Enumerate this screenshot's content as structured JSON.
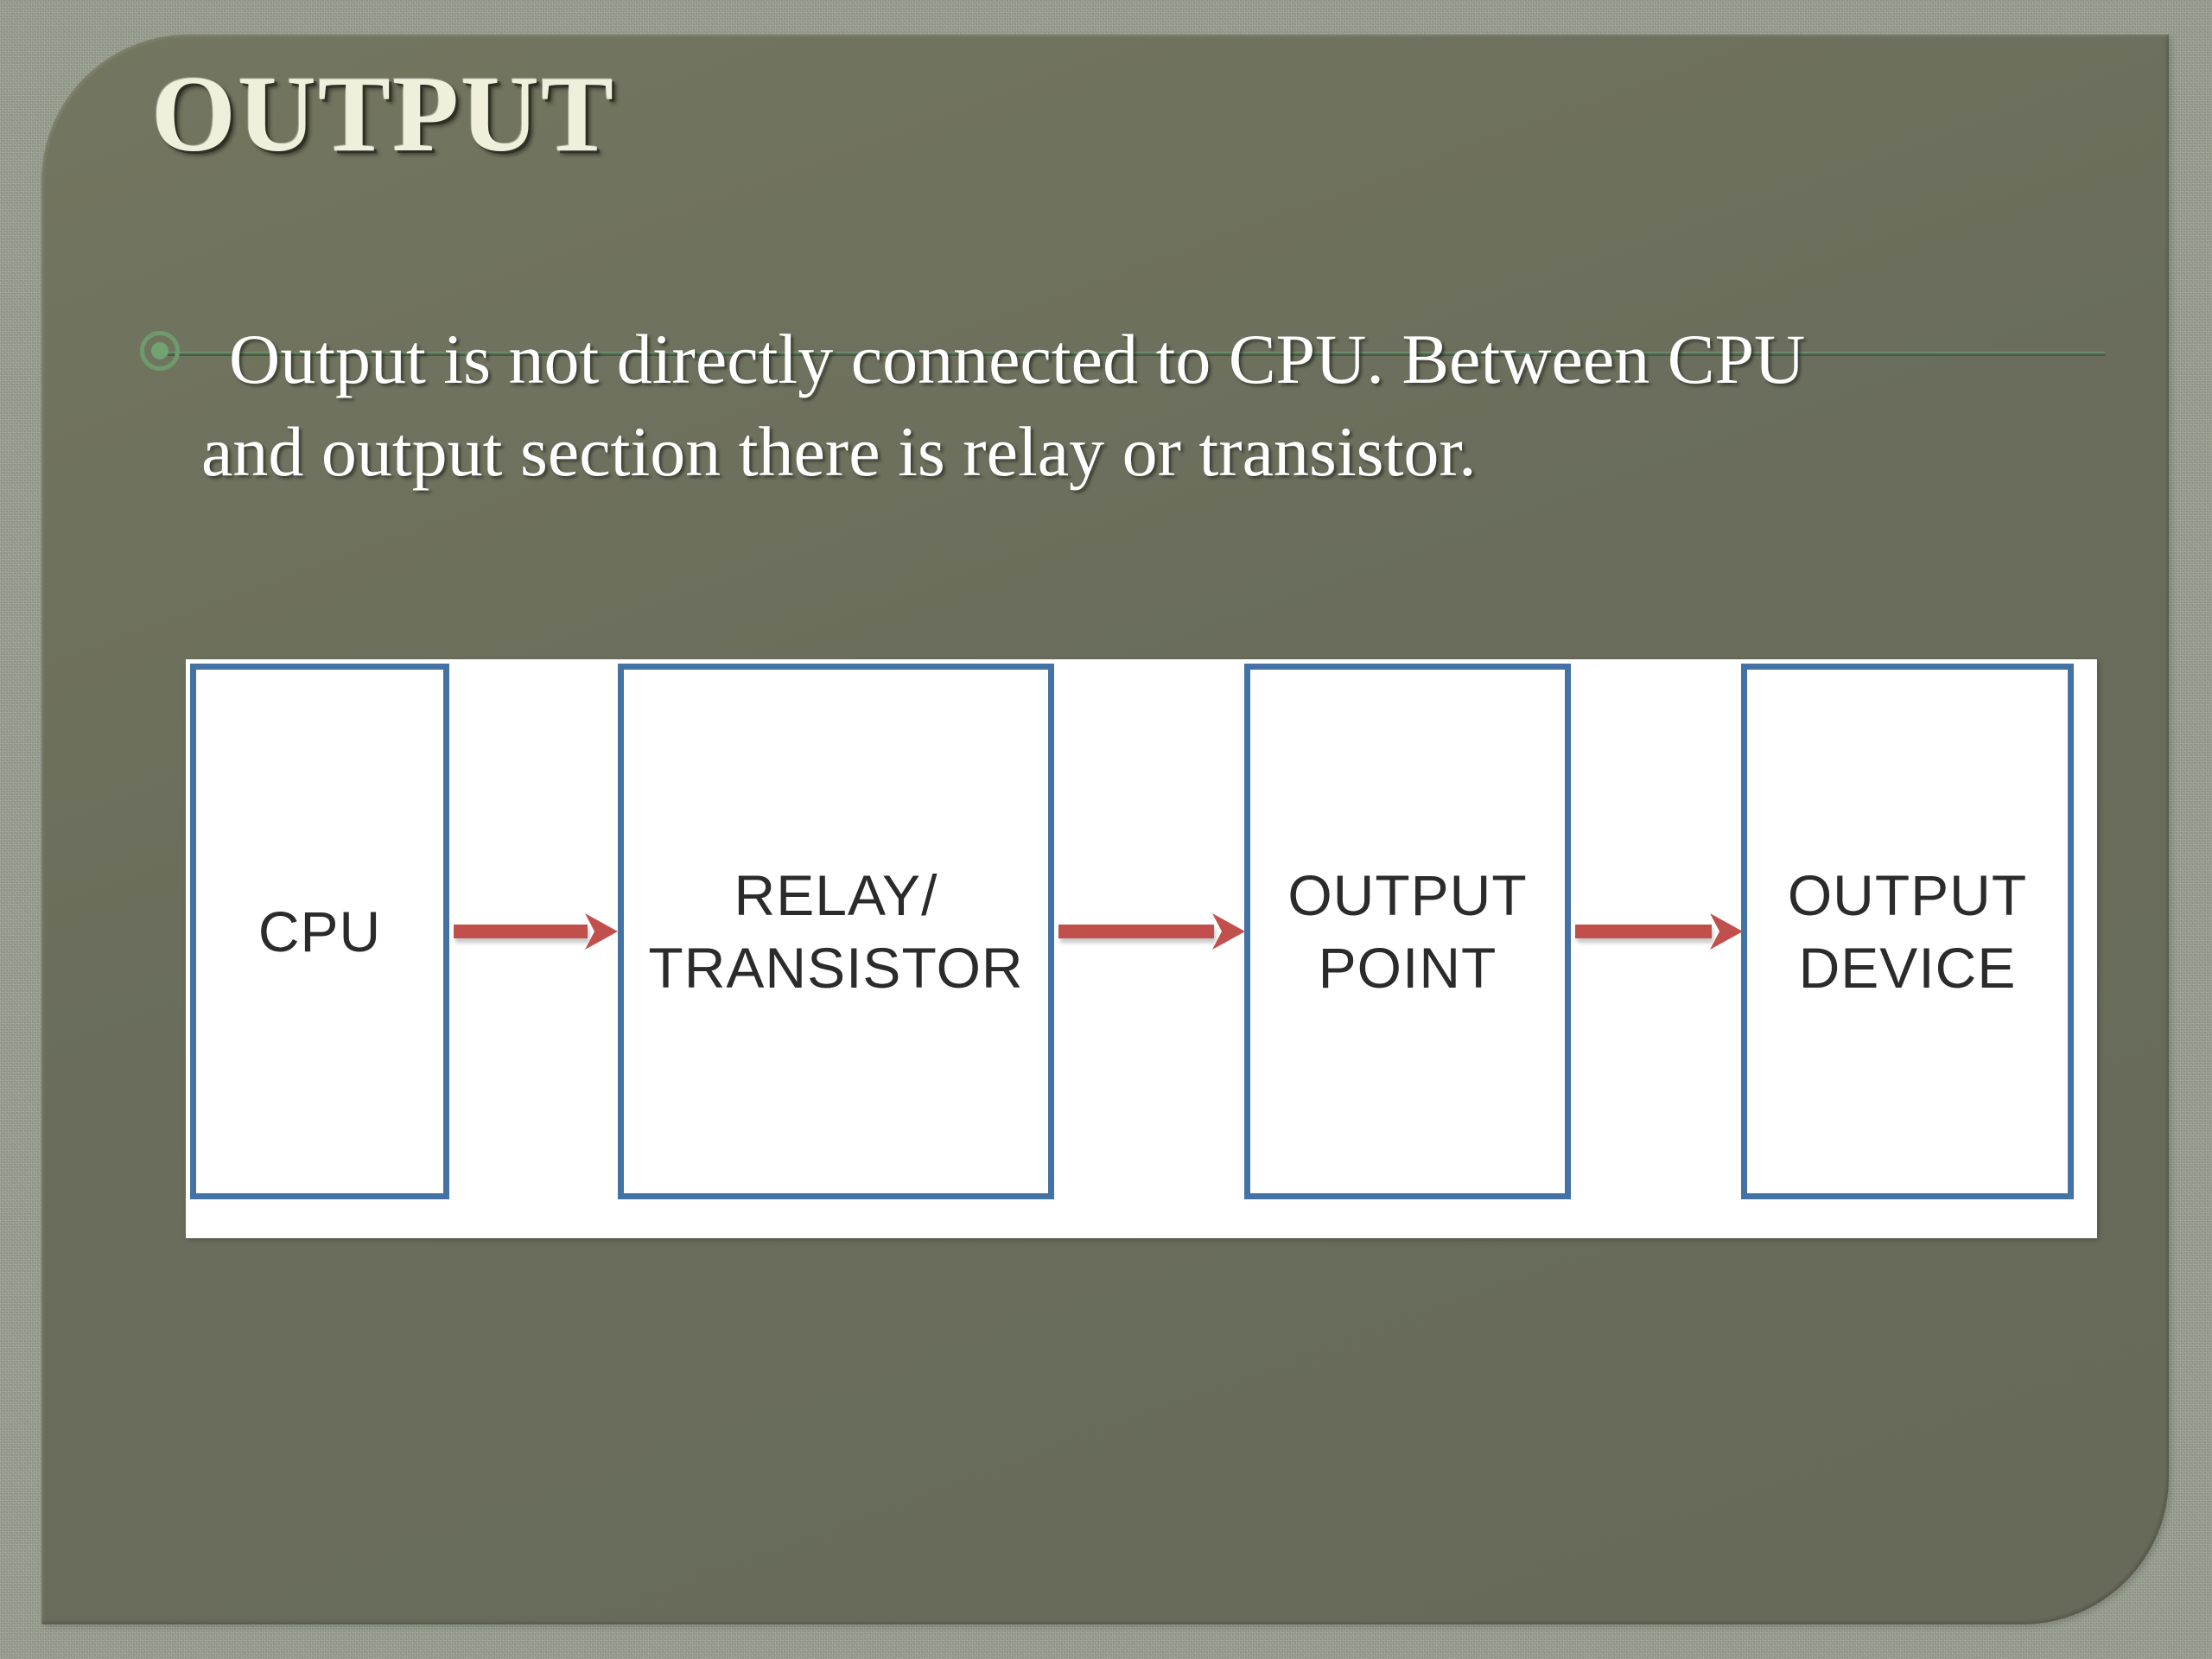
{
  "slide": {
    "title": "OUTPUT",
    "background_outer_color": "#9ba291",
    "panel_color": "#6b6e5d",
    "title_color": "#eef0dc",
    "accent_color": "#6e9a6e"
  },
  "body": {
    "bullet_icon": "target-bullet-icon",
    "bullet_text_line_1": "Output is not directly connected to CPU. Between CPU",
    "bullet_text_line_2": "and output section there is relay or transistor.",
    "bullet_text_full": "Output is not directly connected to CPU. Between CPU and output section there is relay or transistor."
  },
  "diagram": {
    "type": "flowchart",
    "orientation": "left-to-right",
    "box_border_color": "#4472a4",
    "box_fill_color": "#ffffff",
    "box_text_color": "#2b2b2b",
    "arrow_color": "#c1504d",
    "nodes": [
      {
        "id": "cpu",
        "lines": [
          "CPU"
        ]
      },
      {
        "id": "relay",
        "lines": [
          "RELAY/",
          "TRANSISTOR"
        ]
      },
      {
        "id": "output-point",
        "lines": [
          "OUTPUT",
          "POINT"
        ]
      },
      {
        "id": "output-device",
        "lines": [
          "OUTPUT",
          "DEVICE"
        ]
      }
    ],
    "edges": [
      {
        "from": "cpu",
        "to": "relay",
        "icon": "arrow-right-icon"
      },
      {
        "from": "relay",
        "to": "output-point",
        "icon": "arrow-right-icon"
      },
      {
        "from": "output-point",
        "to": "output-device",
        "icon": "arrow-right-icon"
      }
    ]
  }
}
